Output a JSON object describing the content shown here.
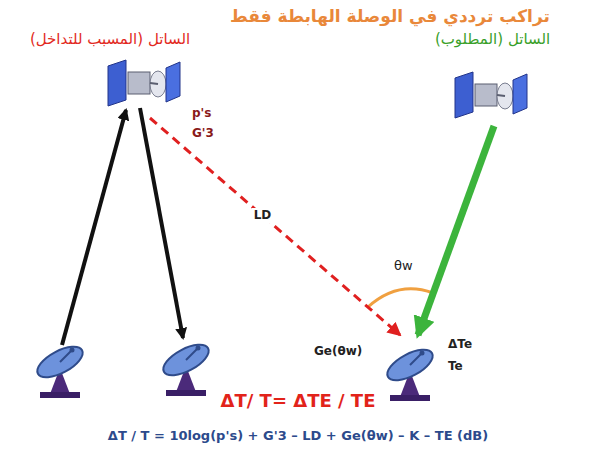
{
  "diagram": {
    "title": "تراكب ترددي في الوصلة الهابطة فقط",
    "nodes": [
      {
        "text": [
          "الساتل (المسبب للتداخل)"
        ]
      },
      {
        "text": [
          "الساتل (المطلوب)"
        ]
      },
      {
        "text": [
          "ΔTe",
          "Te"
        ]
      }
    ],
    "edges": [
      {
        "from": 0,
        "to": 2,
        "arrow": "to",
        "label": "LD"
      },
      {
        "from": 1,
        "to": 2,
        "arrow": "to"
      }
    ],
    "labels": [
      "p's",
      "G'3",
      "Ge(θw)",
      "θw",
      "ΔT/ T= ΔTE / TE",
      "ΔT / T = 10log(p's) + G'3 – LD + Ge(θw) – K – TE (dB)"
    ]
  }
}
